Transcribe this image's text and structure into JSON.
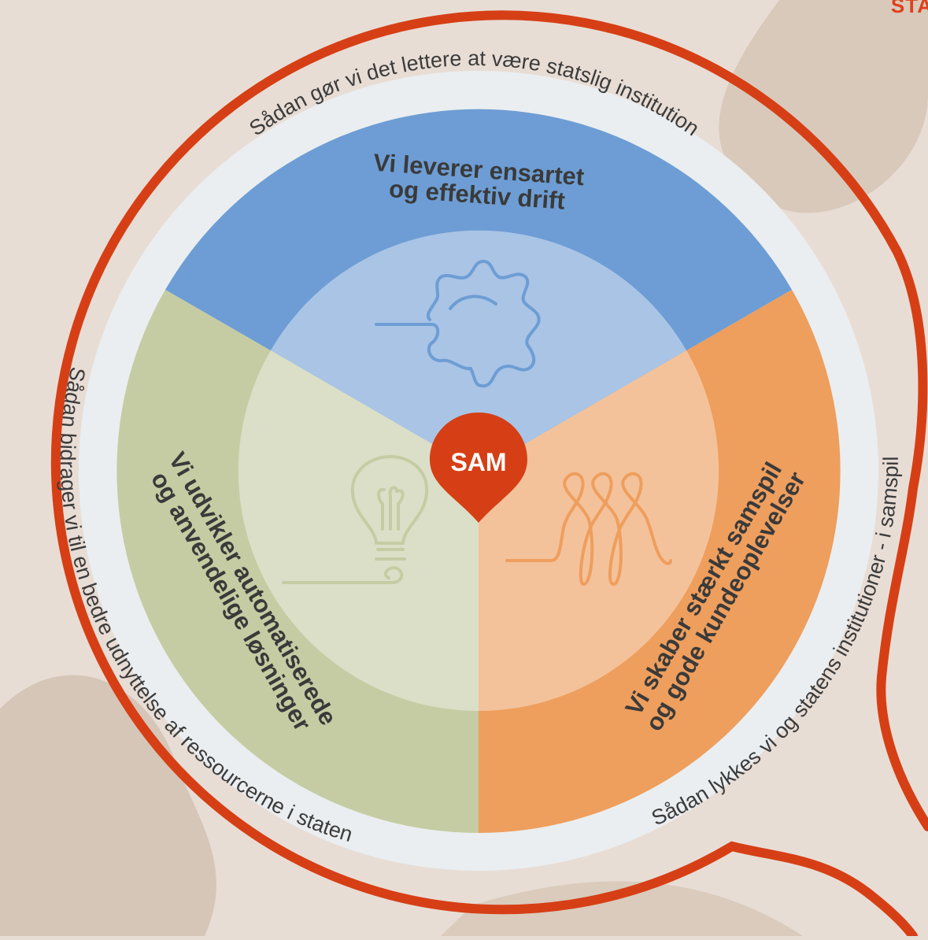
{
  "corner_label": "STA",
  "center_badge": {
    "label": "SAM"
  },
  "segments": {
    "drift": {
      "title_line1": "Vi leverer ensartet",
      "title_line2": "og effektiv drift",
      "ring_text": "Sådan gør vi det lettere at være statslig institution",
      "icon": "gear-icon"
    },
    "automation": {
      "title_line1": "Vi udvikler automatiserede",
      "title_line2": "og anvendelige løsninger",
      "ring_text": "Sådan bidrager vi til en bedre udnyttelse af ressourcerne i staten",
      "icon": "lightbulb-icon"
    },
    "samspil": {
      "title_line1": "Vi skaber stærkt samspil",
      "title_line2": "og gode kundeoplevelser",
      "ring_text": "Sådan lykkes vi og statens institutioner - i samspil",
      "icon": "people-icon"
    }
  },
  "colors": {
    "background": "#e8ddd5",
    "accent_red": "#d63f15",
    "ring": "#eaeef0",
    "blue_outer": "#6d9dd4",
    "blue_inner": "#a9c4e5",
    "green_outer": "#c5cca3",
    "green_inner": "#dbdfc7",
    "orange_outer": "#ee9e5d",
    "orange_inner": "#f4c29a"
  }
}
